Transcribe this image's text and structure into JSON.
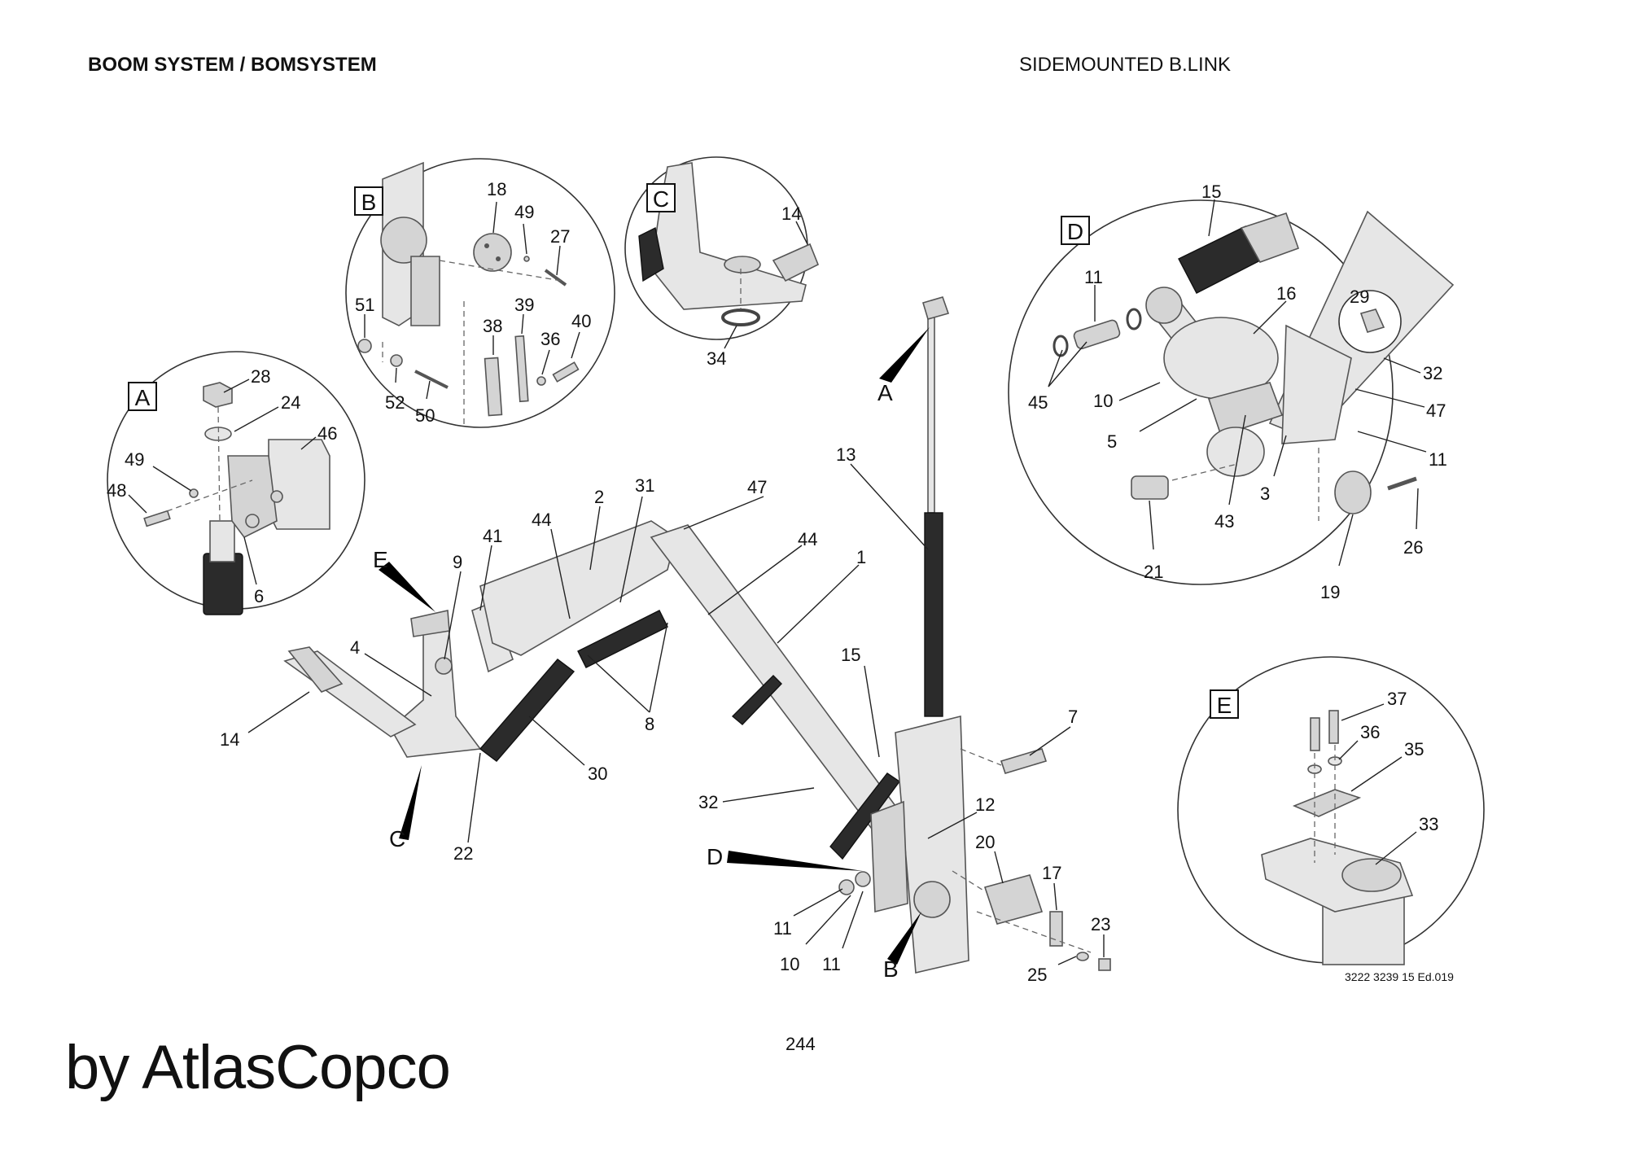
{
  "header": {
    "left_title": "BOOM SYSTEM / BOMSYSTEM",
    "right_title": "SIDEMOUNTED B.LINK"
  },
  "footer": {
    "page_number": "244",
    "doc_ref": "3222 3239 15 Ed.019",
    "brand": "by AtlasCopco"
  },
  "details": {
    "A": "A",
    "B": "B",
    "C": "C",
    "D": "D",
    "E": "E"
  },
  "main_labels": {
    "n1": "1",
    "n2": "2",
    "n4": "4",
    "n7": "7",
    "n8": "8",
    "n9": "9",
    "n10": "10",
    "n11a": "11",
    "n11b": "11",
    "n12": "12",
    "n13": "13",
    "n14": "14",
    "n15": "15",
    "n17": "17",
    "n20": "20",
    "n22": "22",
    "n23": "23",
    "n25": "25",
    "n30": "30",
    "n31": "31",
    "n32": "32",
    "n41": "41",
    "n44a": "44",
    "n44b": "44",
    "n47": "47"
  },
  "detail_a_labels": {
    "n28": "28",
    "n24": "24",
    "n46": "46",
    "n49": "49",
    "n48": "48",
    "n6": "6"
  },
  "detail_b_labels": {
    "n18": "18",
    "n49": "49",
    "n27": "27",
    "n51": "51",
    "n38": "38",
    "n39": "39",
    "n36": "36",
    "n40": "40",
    "n52": "52",
    "n50": "50"
  },
  "detail_c_labels": {
    "n14": "14",
    "n34": "34"
  },
  "detail_d_labels": {
    "n15": "15",
    "n11a": "11",
    "n16": "16",
    "n29": "29",
    "n32": "32",
    "n45": "45",
    "n10": "10",
    "n47": "47",
    "n5": "5",
    "n11b": "11",
    "n3": "3",
    "n43": "43",
    "n26": "26",
    "n21": "21",
    "n19": "19"
  },
  "detail_e_labels": {
    "n37": "37",
    "n36": "36",
    "n35": "35",
    "n33": "33"
  }
}
